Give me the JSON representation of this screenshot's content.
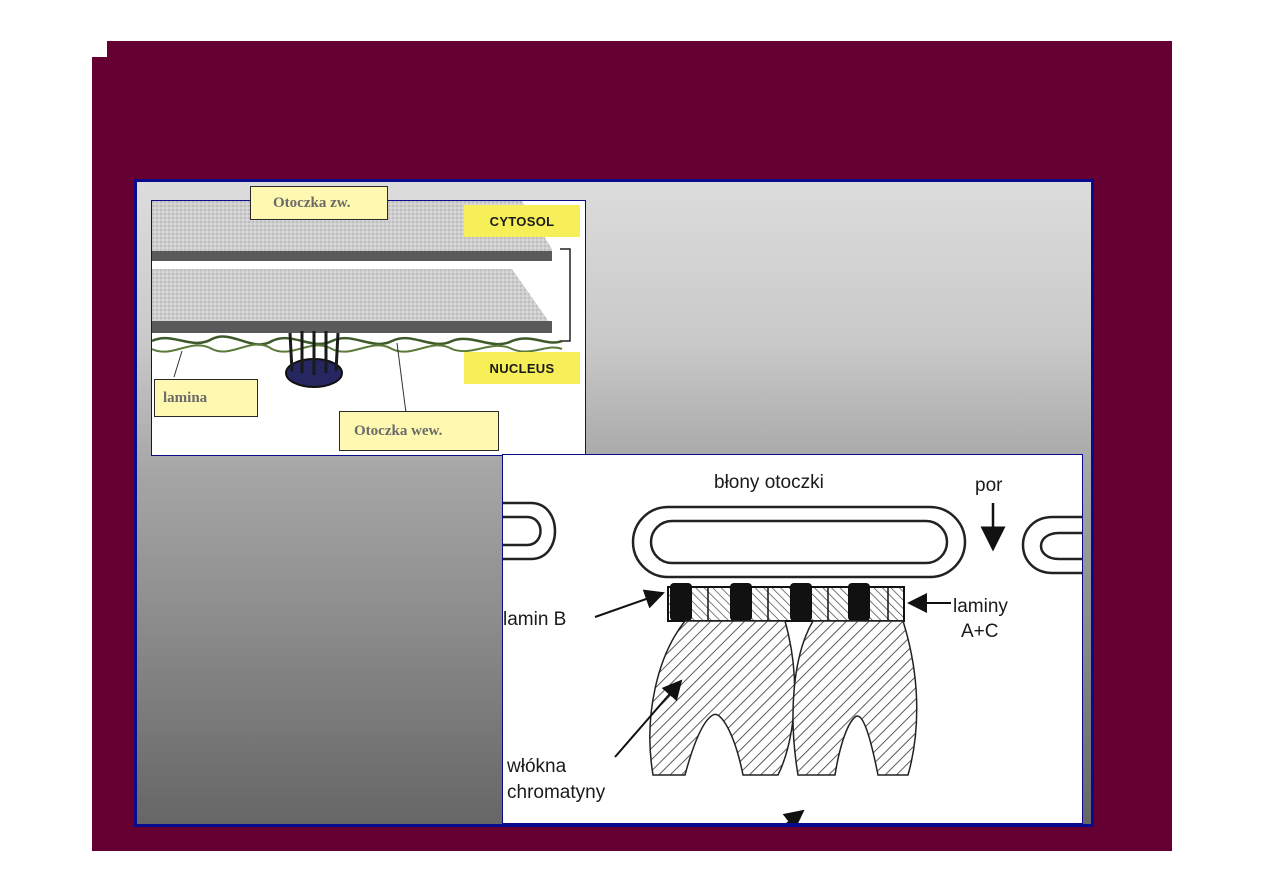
{
  "top_figure": {
    "labels": {
      "outer_membrane": "Otoczka zw.",
      "inner_membrane": "Otoczka wew.",
      "lamina": "lamina",
      "cytosol": "CYTOSOL",
      "nucleus": "NUCLEUS"
    }
  },
  "bottom_figure": {
    "labels": {
      "membranes": "błony otoczki",
      "pore": "por",
      "lamin_b": "lamin B",
      "lamins_ac_line1": "laminy",
      "lamins_ac_line2": "A+C",
      "chromatin_line1": "włókna",
      "chromatin_line2": "chromatyny"
    }
  },
  "colors": {
    "slide_background": "#650033",
    "panel_border": "#0a0a8c",
    "label_box_fill": "#fff8b0",
    "tag_fill": "#f7ef58"
  }
}
